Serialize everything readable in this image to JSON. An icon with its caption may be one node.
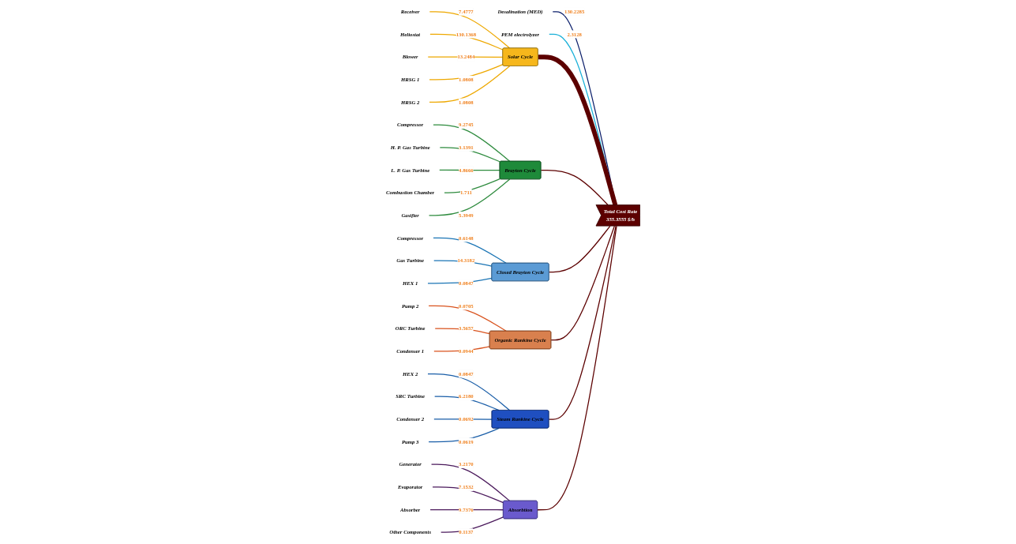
{
  "diagram": {
    "nodes": [
      {
        "text": [
          "Receiver"
        ]
      },
      {
        "text": [
          "Heliostat"
        ]
      },
      {
        "text": [
          "Blower"
        ]
      },
      {
        "text": [
          "HRSG 1"
        ]
      },
      {
        "text": [
          "HRSG 2"
        ]
      },
      {
        "text": [
          "Solar Cycle"
        ]
      },
      {
        "text": [
          "Compressor"
        ]
      },
      {
        "text": [
          "H. P. Gas Turbine"
        ]
      },
      {
        "text": [
          "L. P. Gas Turbine"
        ]
      },
      {
        "text": [
          "Combustion Chamber"
        ]
      },
      {
        "text": [
          "Gasifier"
        ]
      },
      {
        "text": [
          "Brayton Cycle"
        ]
      },
      {
        "text": [
          "Desalination (MED)"
        ]
      },
      {
        "text": [
          "Compressor"
        ]
      },
      {
        "text": [
          "Gas Turbine"
        ]
      },
      {
        "text": [
          "HEX 1"
        ]
      },
      {
        "text": [
          "Closed Brayton Cycle"
        ]
      },
      {
        "text": [
          "Pump 2"
        ]
      },
      {
        "text": [
          "ORC Turbine"
        ]
      },
      {
        "text": [
          "Condenser 1"
        ]
      },
      {
        "text": [
          "Organic Rankine Cycle"
        ]
      },
      {
        "text": [
          "HEX 2"
        ]
      },
      {
        "text": [
          "SRC Turbine"
        ]
      },
      {
        "text": [
          "Condenser 2"
        ]
      },
      {
        "text": [
          "Pump 3"
        ]
      },
      {
        "text": [
          "Steam Rankine Cycle"
        ]
      },
      {
        "text": [
          "Generator"
        ]
      },
      {
        "text": [
          "Evaporator"
        ]
      },
      {
        "text": [
          "Absorber"
        ]
      },
      {
        "text": [
          "Other Components"
        ]
      },
      {
        "text": [
          "Absorbtion"
        ]
      },
      {
        "text": [
          "PEM electrolyzer"
        ]
      },
      {
        "text": [
          "Total Cost Rate",
          "355.3555 $/h"
        ]
      }
    ],
    "edges": [
      {
        "from": 0,
        "to": 5,
        "label": "7.4777",
        "arrow": "none",
        "color": "#eea800"
      },
      {
        "from": 1,
        "to": 5,
        "label": "130.1368",
        "arrow": "none",
        "color": "#eea800"
      },
      {
        "from": 2,
        "to": 5,
        "label": "13.2484",
        "arrow": "none",
        "color": "#eea800"
      },
      {
        "from": 3,
        "to": 5,
        "label": "1.0808",
        "arrow": "none",
        "color": "#eea800"
      },
      {
        "from": 4,
        "to": 5,
        "label": "1.0808",
        "arrow": "none",
        "color": "#eea800"
      },
      {
        "from": 6,
        "to": 11,
        "label": "9.2745",
        "arrow": "none",
        "color": "#2e8b3e"
      },
      {
        "from": 7,
        "to": 11,
        "label": "3.1391",
        "arrow": "none",
        "color": "#2e8b3e"
      },
      {
        "from": 8,
        "to": 11,
        "label": "4.8666",
        "arrow": "none",
        "color": "#2e8b3e"
      },
      {
        "from": 9,
        "to": 11,
        "label": "1.711",
        "arrow": "none",
        "color": "#2e8b3e"
      },
      {
        "from": 10,
        "to": 11,
        "label": "5.3949",
        "arrow": "none",
        "color": "#2e8b3e"
      },
      {
        "from": 12,
        "to": 32,
        "label": "130.2285",
        "arrow": "none",
        "color": "#0b1f6b"
      },
      {
        "from": 13,
        "to": 16,
        "label": "0.6148",
        "arrow": "none",
        "color": "#1b75b5"
      },
      {
        "from": 14,
        "to": 16,
        "label": "14.3182",
        "arrow": "none",
        "color": "#1b75b5"
      },
      {
        "from": 15,
        "to": 16,
        "label": "0.0847",
        "arrow": "none",
        "color": "#1b75b5"
      },
      {
        "from": 17,
        "to": 20,
        "label": "0.0705",
        "arrow": "none",
        "color": "#d9531e"
      },
      {
        "from": 18,
        "to": 20,
        "label": "3.5657",
        "arrow": "none",
        "color": "#d9531e"
      },
      {
        "from": 19,
        "to": 20,
        "label": "0.0944",
        "arrow": "none",
        "color": "#d9531e"
      },
      {
        "from": 21,
        "to": 25,
        "label": "0.0847",
        "arrow": "none",
        "color": "#1a5ea8"
      },
      {
        "from": 22,
        "to": 25,
        "label": "6.2180",
        "arrow": "none",
        "color": "#1a5ea8"
      },
      {
        "from": 23,
        "to": 25,
        "label": "0.0692",
        "arrow": "none",
        "color": "#1a5ea8"
      },
      {
        "from": 24,
        "to": 25,
        "label": "0.0619",
        "arrow": "none",
        "color": "#1a5ea8"
      },
      {
        "from": 26,
        "to": 30,
        "label": "3.2170",
        "arrow": "none",
        "color": "#4b1a5c"
      },
      {
        "from": 27,
        "to": 30,
        "label": "7.1532",
        "arrow": "none",
        "color": "#4b1a5c"
      },
      {
        "from": 28,
        "to": 30,
        "label": "9.7376",
        "arrow": "none",
        "color": "#4b1a5c"
      },
      {
        "from": 29,
        "to": 30,
        "label": "0.1137",
        "arrow": "none",
        "color": "#4b1a5c"
      },
      {
        "from": 31,
        "to": 32,
        "label": "2.3128",
        "arrow": "none",
        "color": "#1ab0d8"
      },
      {
        "from": 5,
        "to": 32,
        "arrow": "none",
        "style": "thick"
      },
      {
        "from": 11,
        "to": 32,
        "arrow": "none"
      },
      {
        "from": 16,
        "to": 32,
        "arrow": "none"
      },
      {
        "from": 20,
        "to": 32,
        "arrow": "none"
      },
      {
        "from": 25,
        "to": 32,
        "arrow": "none"
      },
      {
        "from": 30,
        "to": 32,
        "arrow": "none"
      }
    ]
  }
}
